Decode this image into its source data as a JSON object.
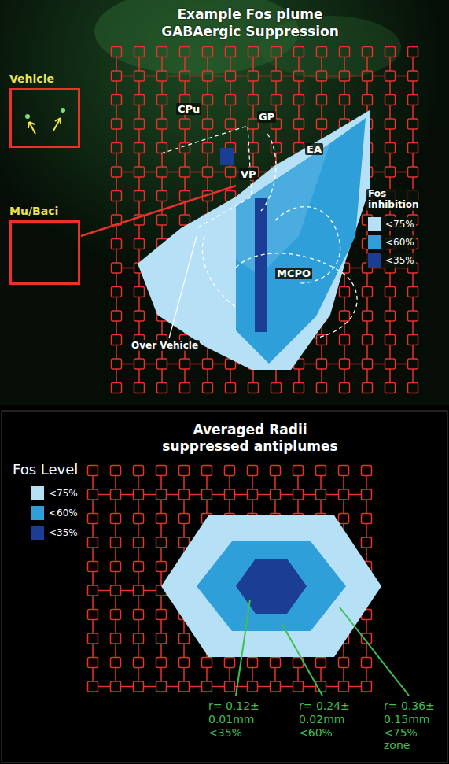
{
  "diagram": {
    "nodes": [
      {
        "text": [
          "Vehicle"
        ]
      },
      {
        "text": [
          "Mu/Baci"
        ]
      }
    ],
    "labels": [
      "Example Fos plume",
      "GABAergic Suppression",
      "CPu",
      "GP",
      "VP",
      "EA",
      "MCPO",
      "Over Vehicle",
      "Fos inhibition",
      "Averaged Radii",
      "suppressed antiplumes",
      "Fos Level",
      "r= 0.12± 0.01mm <35%",
      "r= 0.24± 0.02mm <60%",
      "r= 0.36± 0.15mm <75% zone"
    ],
    "legend": [
      {
        "text": "<75%",
        "color": "#b5e0f5"
      },
      {
        "text": "<60%",
        "color": "#2e9fd8"
      },
      {
        "text": "<35%",
        "color": "#1b3e94"
      },
      {
        "text": "<75%",
        "color": "#b5e0f5"
      },
      {
        "text": "<60%",
        "color": "#2e9fd8"
      },
      {
        "text": "<35%",
        "color": "#1b3e94"
      }
    ]
  }
}
